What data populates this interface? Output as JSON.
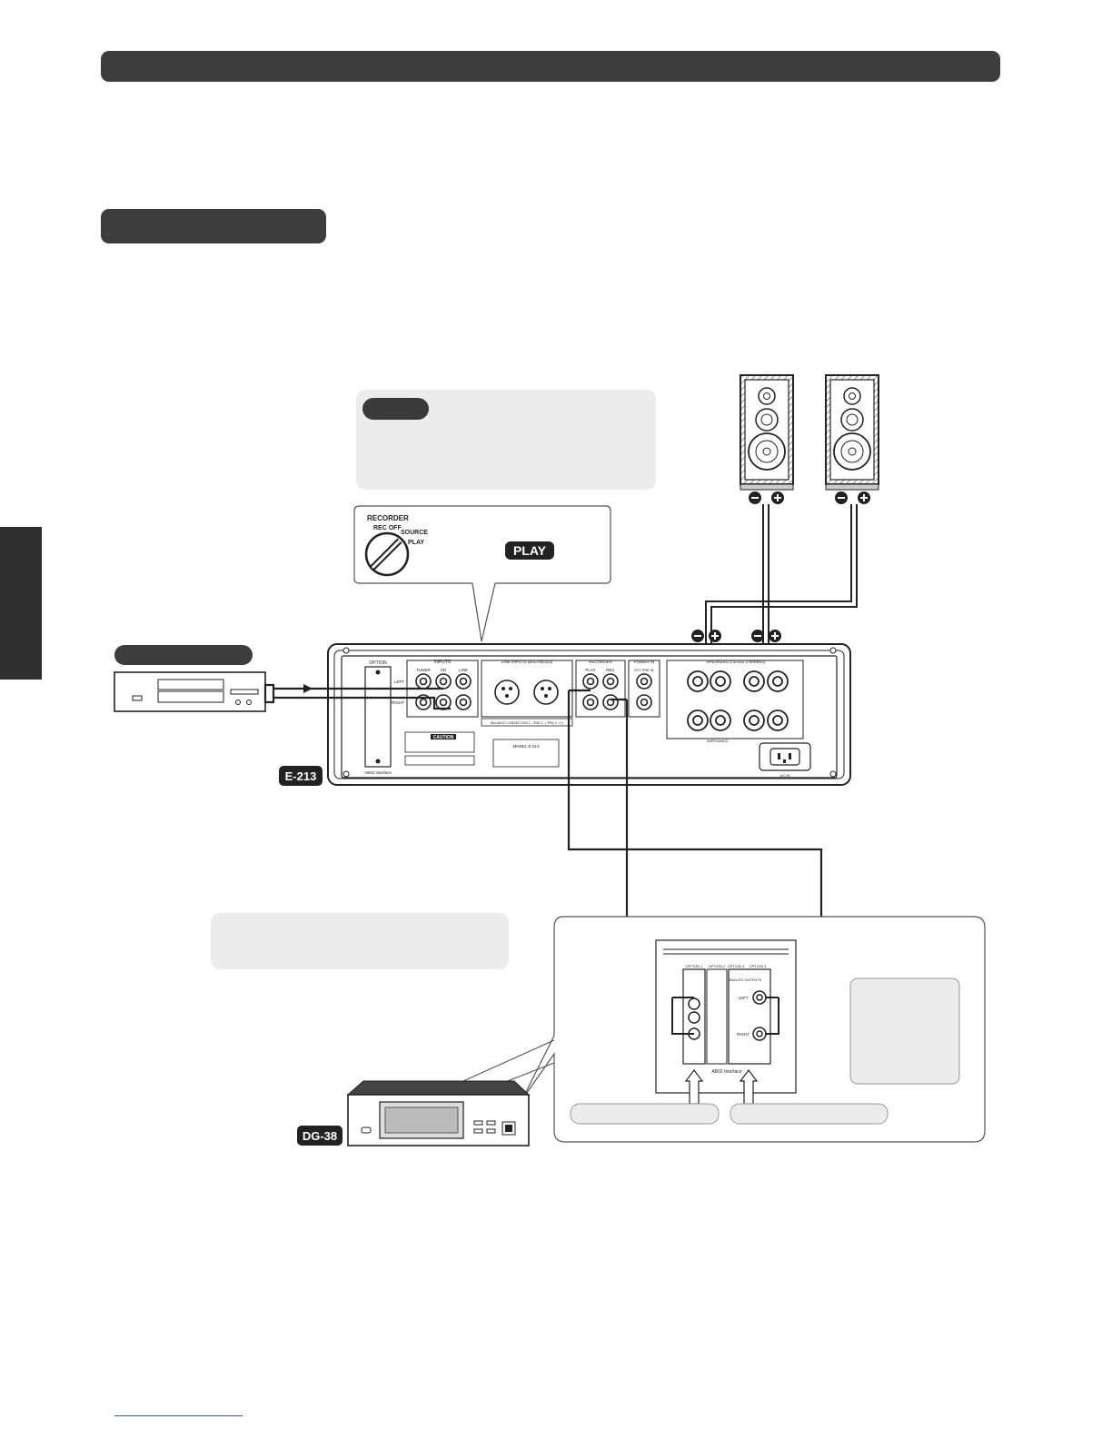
{
  "callout": {
    "recorder_label": "RECORDER",
    "rec_off_label": "REC OFF",
    "source_label": "SOURCE",
    "play_label": "PLAY",
    "play_badge": "PLAY"
  },
  "amp": {
    "model_badge": "E-213",
    "option_label": "OPTION",
    "inputs_label": "INPUTS",
    "tuner_label": "TUNER",
    "cd_label": "CD",
    "line_label": "LINE",
    "left_label": "LEFT",
    "right_label": "RIGHT",
    "line_inputs_balanced_label": "LINE INPUTS (BALANCED)",
    "balance_note": "BALANCE CONNECTION  1 : GND  2 : (-PIN)  3 : (+)",
    "recorder_label": "RECORDER",
    "play_label": "PLAY",
    "rec_label": "REC",
    "power_in_label": "POWER IN",
    "ext_pre_in_label": "EXT PRE IN",
    "speakers_label": "SPEAKERS (CLASS 2 WIRING)",
    "impedance_label": "IMPEDANCE",
    "caution_label": "CAUTION",
    "model_plate": "MODEL E-213",
    "ac_in_label": "AC IN",
    "abs2_label": "AB02 Interface"
  },
  "dac": {
    "model_badge": "DG-38",
    "option1": "OPTION 1",
    "option2": "OPTION 2",
    "option3": "OPTION 3",
    "option4": "OPTION 4",
    "analog_output_label": "ANALOG OUTPUTS",
    "left_label": "LEFT",
    "right_label": "RIGHT",
    "abs2_label": "AB02 Interface"
  },
  "colors": {
    "dark_fill": "#3d3d3d",
    "light_fill": "#ececec",
    "line": "#1a1a1a"
  }
}
